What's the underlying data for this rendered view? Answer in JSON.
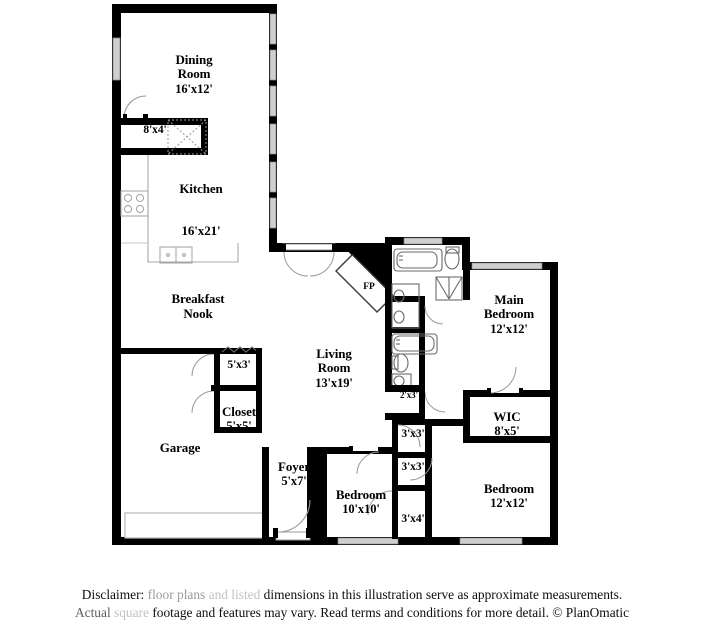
{
  "document": {
    "type": "floor-plan",
    "copyright_symbol": "©",
    "brand": "PlanOmatic"
  },
  "disclaimer": {
    "line1_part1": "Disclaimer: ",
    "line1_part2": "floor plans ",
    "line1_part3": "and listed",
    "line1_part4": " dimensions in this illustration serve as approximate measurements.",
    "line2_part1": "Actual ",
    "line2_part2": "square",
    "line2_part3": " footage and features may vary. Read terms and conditions for more detail. © PlanOmatic"
  },
  "rooms": [
    {
      "id": "dining-room",
      "name": "Dining\nRoom",
      "dimensions": "16'x12'"
    },
    {
      "id": "kitchen",
      "name": "Kitchen",
      "dimensions": "16'x21'"
    },
    {
      "id": "breakfast-nook",
      "name": "Breakfast\nNook",
      "dimensions": ""
    },
    {
      "id": "living-room",
      "name": "Living\nRoom",
      "dimensions": "13'x19'"
    },
    {
      "id": "garage",
      "name": "Garage",
      "dimensions": ""
    },
    {
      "id": "foyer",
      "name": "Foyer",
      "dimensions": "5'x7'"
    },
    {
      "id": "closet",
      "name": "Closet",
      "dimensions": "5'x5'"
    },
    {
      "id": "main-bedroom",
      "name": "Main\nBedroom",
      "dimensions": "12'x12'"
    },
    {
      "id": "wic",
      "name": "WIC",
      "dimensions": "8'x5'"
    },
    {
      "id": "bedroom-right",
      "name": "Bedroom",
      "dimensions": "12'x12'"
    },
    {
      "id": "bedroom-lower",
      "name": "Bedroom",
      "dimensions": "10'x10'"
    }
  ],
  "closets": [
    {
      "id": "pantry-8x4",
      "dimensions": "8'x4'"
    },
    {
      "id": "closet-5x3",
      "dimensions": "5'x3'"
    },
    {
      "id": "linen-2x3",
      "dimensions": "2'x3'"
    },
    {
      "id": "closet-3x3-upper",
      "dimensions": "3'x3'"
    },
    {
      "id": "closet-3x3-lower",
      "dimensions": "3'x3'"
    },
    {
      "id": "closet-3x4",
      "dimensions": "3'x4'"
    }
  ],
  "fixtures": [
    {
      "id": "fireplace",
      "label": "FP"
    }
  ],
  "colors": {
    "wall": "#000000",
    "background": "#ffffff",
    "window": "#c8c8c8",
    "door_arc": "#999999",
    "fixture_line": "#555555"
  }
}
